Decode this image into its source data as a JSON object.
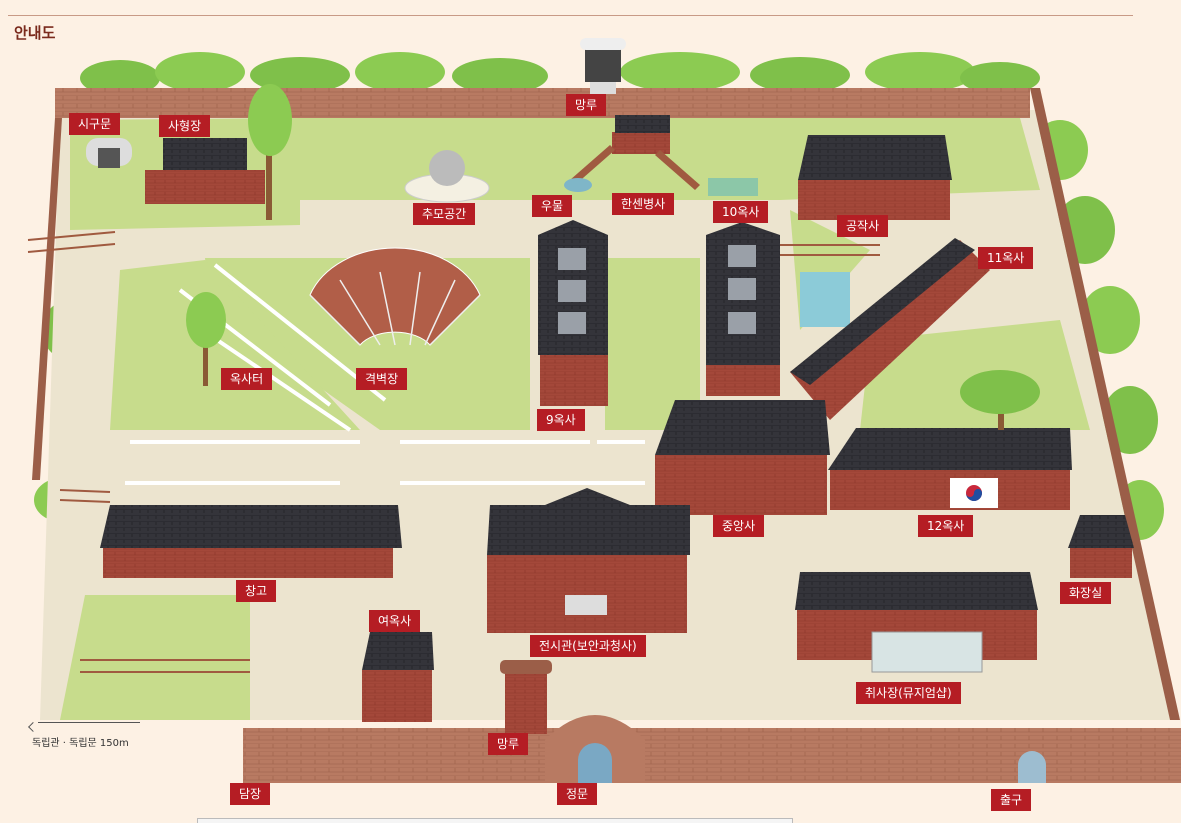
{
  "page": {
    "heading": "안내도"
  },
  "labels": {
    "sigumun": "시구문",
    "sahyeongjang": "사형장",
    "mangru_top": "망루",
    "chumo": "추모공간",
    "umul": "우물",
    "hansen": "한센병사",
    "oksa10": "10옥사",
    "gongjak": "공작사",
    "oksa11": "11옥사",
    "oksateo": "옥사터",
    "gyeokbyeok": "격벽장",
    "oksa9": "9옥사",
    "jungang": "중앙사",
    "oksa12": "12옥사",
    "changgo": "창고",
    "yeooksa": "여옥사",
    "jeonsigwan": "전시관(보안과청사)",
    "chwisa": "취사장(뮤지엄샵)",
    "hwajang": "화장실",
    "mangru_bottom": "망루",
    "damjang": "담장",
    "jeongmun": "정문",
    "chulgu": "출구"
  },
  "direction": {
    "text": "독립관 · 독립문 150m"
  },
  "colors": {
    "label_bg": "#b51d24",
    "wall": "#b06a52",
    "grass": "#c7dc8c",
    "path": "#ece4cf",
    "roof": "#2f2f33",
    "brick": "#a4483a"
  }
}
